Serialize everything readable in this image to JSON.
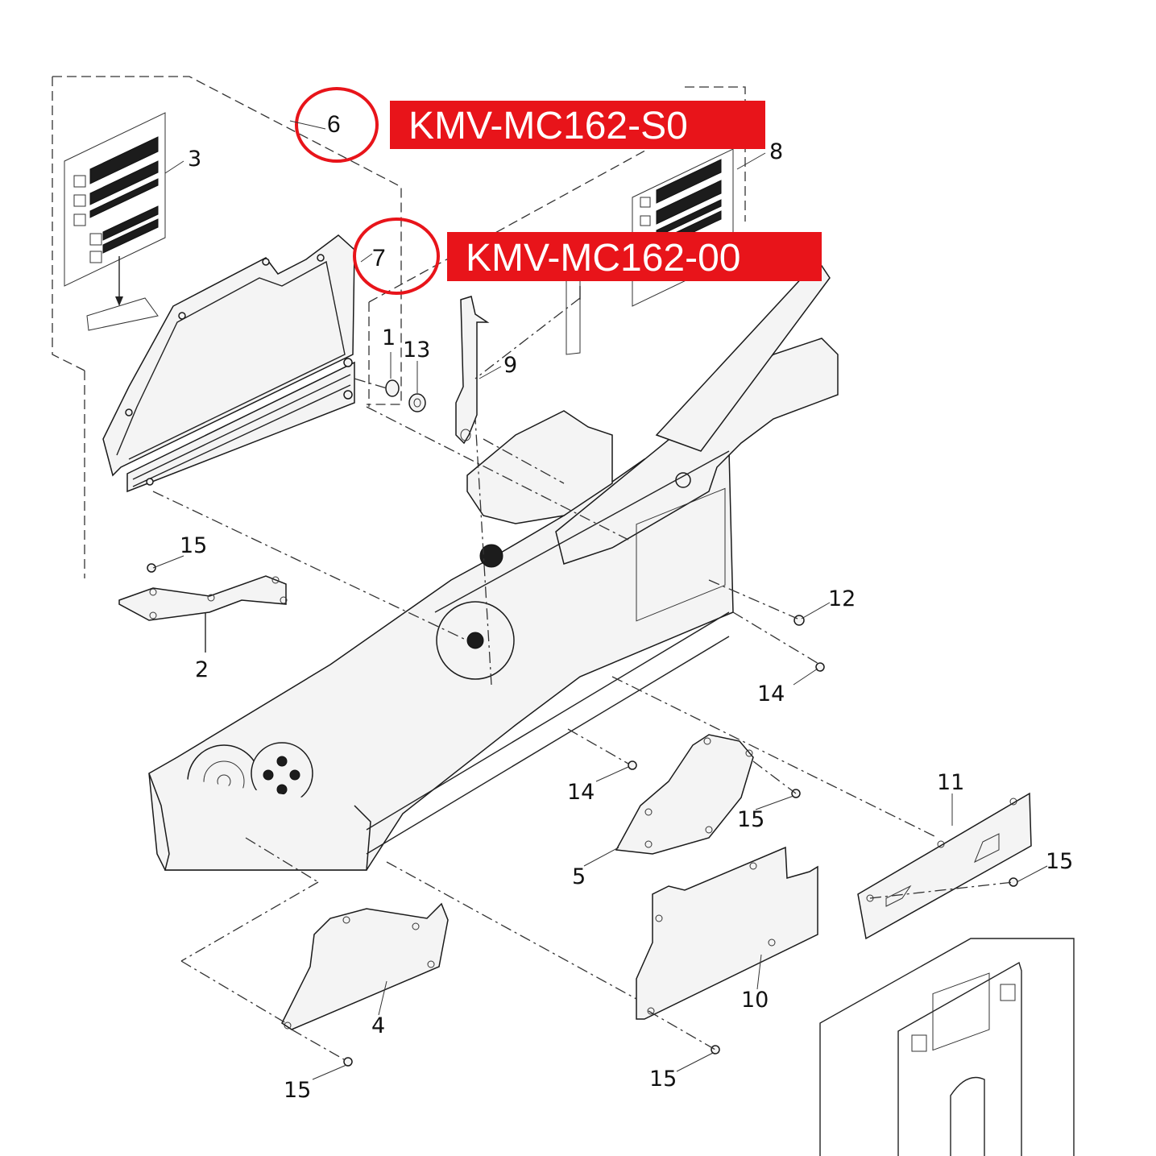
{
  "diagram": {
    "callouts": [
      {
        "id": "c6",
        "number": "6",
        "code": "KMV-MC162-S0"
      },
      {
        "id": "c7",
        "number": "7",
        "code": "KMV-MC162-00"
      }
    ],
    "part_labels": {
      "p1": "1",
      "p2": "2",
      "p3": "3",
      "p4": "4",
      "p5": "5",
      "p8": "8",
      "p9": "9",
      "p10": "10",
      "p11": "11",
      "p12": "12",
      "p13": "13",
      "p14a": "14",
      "p14b": "14",
      "p15a": "15",
      "p15b": "15",
      "p15c": "15",
      "p15d": "15",
      "p15e": "15"
    },
    "colors": {
      "highlight": "#e8141a",
      "banner": "#e8141a",
      "line": "#222222"
    }
  }
}
